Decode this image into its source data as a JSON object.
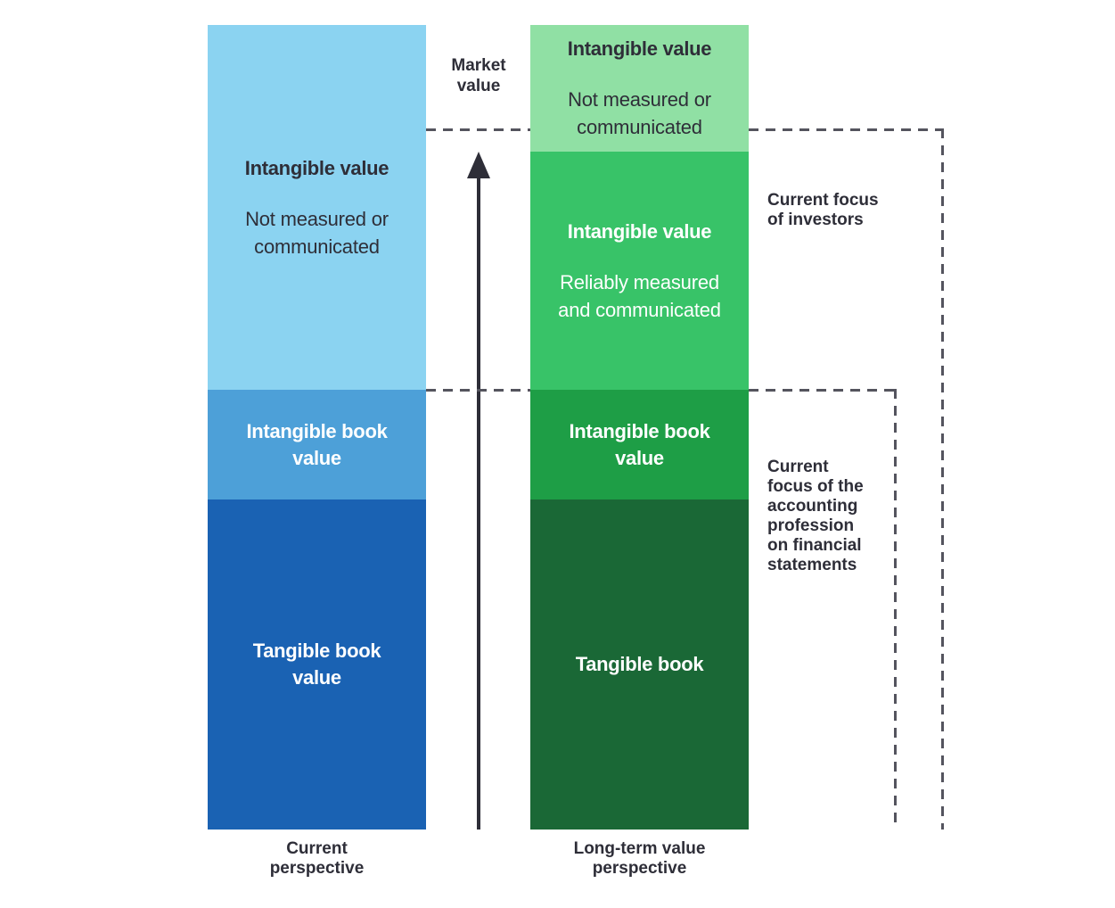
{
  "palette": {
    "light-blue": "#8BD3F1",
    "medium-blue": "#4DA0D8",
    "dark-blue": "#1A62B3",
    "light-green": "#90E0A4",
    "medium-green": "#38C368",
    "bright-green": "#1E9E46",
    "dark-green": "#1A6836",
    "text-dark": "#2E2E38",
    "dash-color": "#54545E",
    "arrow-color": "#2E2E38"
  },
  "market_value": {
    "label": "Market value"
  },
  "left_column": {
    "caption": "Current perspective",
    "sections": [
      {
        "heading": "Intangible value",
        "body": "Not measured or communicated"
      },
      {
        "heading": "Intangible book value"
      },
      {
        "heading": "Tangible book value"
      }
    ]
  },
  "right_column": {
    "caption": "Long-term value perspective",
    "sections": [
      {
        "heading": "Intangible value",
        "body": "Not measured or communicated"
      },
      {
        "heading": "Intangible value",
        "body": "Reliably measured and communicated"
      },
      {
        "heading": "Intangible book value"
      },
      {
        "heading": "Tangible book"
      }
    ]
  },
  "annotations": {
    "investors": "Current focus of investors",
    "accounting": "Current focus of the accounting profession on financial statements"
  }
}
